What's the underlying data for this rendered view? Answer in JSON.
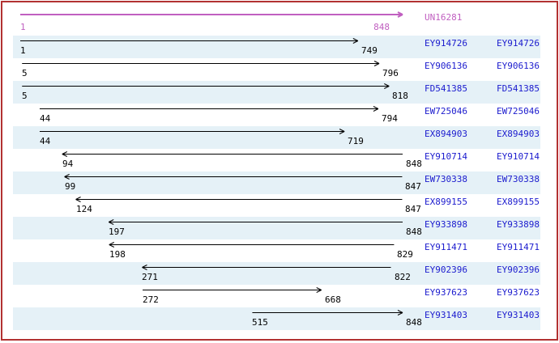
{
  "colors": {
    "border": "#b23232",
    "band": "#e5f1f7",
    "accession_link": "#1b1bce",
    "reference_magenta": "#c05fc0",
    "arrow_black": "#000000",
    "background": "#ffffff"
  },
  "reference": {
    "name": "UN16281",
    "start": 1,
    "end": 848,
    "direction": "forward"
  },
  "alignments": [
    {
      "accession": "EY914726",
      "start": 1,
      "end": 749,
      "direction": "forward"
    },
    {
      "accession": "EY906136",
      "start": 5,
      "end": 796,
      "direction": "forward"
    },
    {
      "accession": "FD541385",
      "start": 5,
      "end": 818,
      "direction": "forward"
    },
    {
      "accession": "EW725046",
      "start": 44,
      "end": 794,
      "direction": "forward"
    },
    {
      "accession": "EX894903",
      "start": 44,
      "end": 719,
      "direction": "forward"
    },
    {
      "accession": "EY910714",
      "start": 94,
      "end": 848,
      "direction": "reverse"
    },
    {
      "accession": "EW730338",
      "start": 99,
      "end": 847,
      "direction": "reverse"
    },
    {
      "accession": "EX899155",
      "start": 124,
      "end": 847,
      "direction": "reverse"
    },
    {
      "accession": "EY933898",
      "start": 197,
      "end": 848,
      "direction": "reverse"
    },
    {
      "accession": "EY911471",
      "start": 198,
      "end": 829,
      "direction": "reverse"
    },
    {
      "accession": "EY902396",
      "start": 271,
      "end": 822,
      "direction": "reverse"
    },
    {
      "accession": "EY937623",
      "start": 272,
      "end": 668,
      "direction": "forward"
    },
    {
      "accession": "EY931403",
      "start": 515,
      "end": 848,
      "direction": "forward"
    }
  ]
}
